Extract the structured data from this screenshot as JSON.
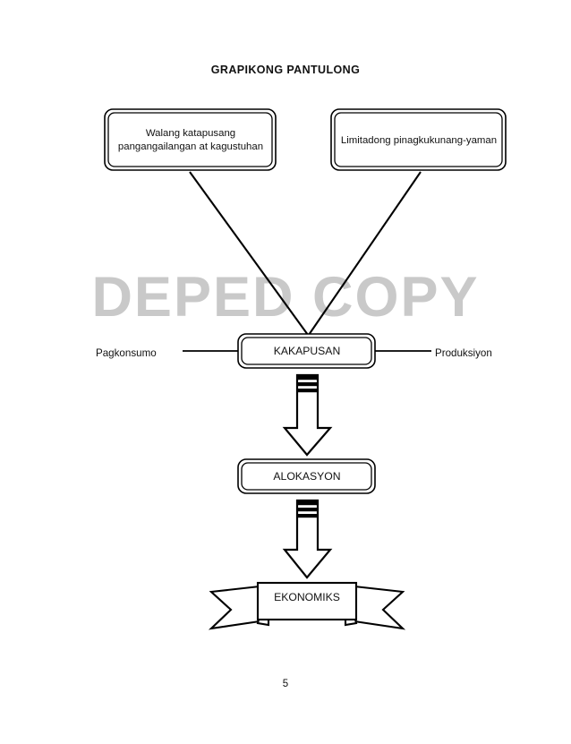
{
  "page": {
    "title": "GRAPIKONG PANTULONG",
    "page_number": "5",
    "watermark": "DEPED COPY",
    "watermark_color": "#c9c9c9",
    "line_color": "#000000",
    "background": "#ffffff"
  },
  "diagram": {
    "type": "flow-diagram",
    "nodes": {
      "top_left_box": {
        "label": "Walang katapusang\npangangailangan at kagustuhan",
        "shape": "double-rounded-rect"
      },
      "top_right_box": {
        "label": "Limitadong pinagkukunang-yaman",
        "shape": "double-rounded-rect"
      },
      "kakapusan_box": {
        "label": "KAKAPUSAN",
        "shape": "double-rounded-rect"
      },
      "alokasyon_box": {
        "label": "ALOKASYON",
        "shape": "double-rounded-rect"
      },
      "ekonomiks_banner": {
        "label": "EKONOMIKS",
        "shape": "ribbon-banner"
      }
    },
    "side_labels": {
      "left": "Pagkonsumo",
      "right": "Produksiyon"
    },
    "connectors": [
      {
        "from": "top_left_box",
        "to": "kakapusan_box",
        "style": "diagonal-line"
      },
      {
        "from": "top_right_box",
        "to": "kakapusan_box",
        "style": "diagonal-line"
      },
      {
        "from": "left_label",
        "to": "kakapusan_box",
        "style": "horizontal-line"
      },
      {
        "from": "kakapusan_box",
        "to": "right_label",
        "style": "horizontal-line"
      },
      {
        "from": "kakapusan_box",
        "to": "alokasyon_box",
        "style": "striped-block-arrow-down"
      },
      {
        "from": "alokasyon_box",
        "to": "ekonomiks_banner",
        "style": "striped-block-arrow-down"
      }
    ]
  }
}
